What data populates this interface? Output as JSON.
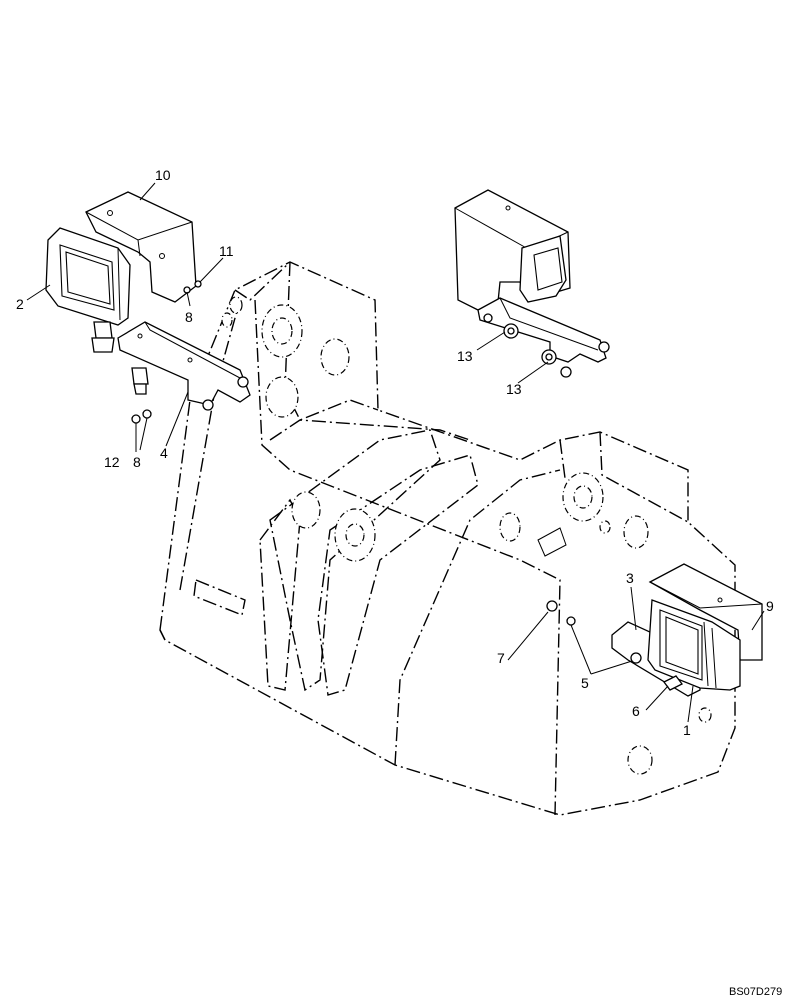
{
  "callouts": {
    "c1": "1",
    "c2": "2",
    "c3": "3",
    "c4": "4",
    "c5": "5",
    "c6": "6",
    "c7": "7",
    "c8a": "8",
    "c8b": "8",
    "c9": "9",
    "c10": "10",
    "c11": "11",
    "c12": "12",
    "c13a": "13",
    "c13b": "13"
  },
  "reference_code": "BS07D279"
}
